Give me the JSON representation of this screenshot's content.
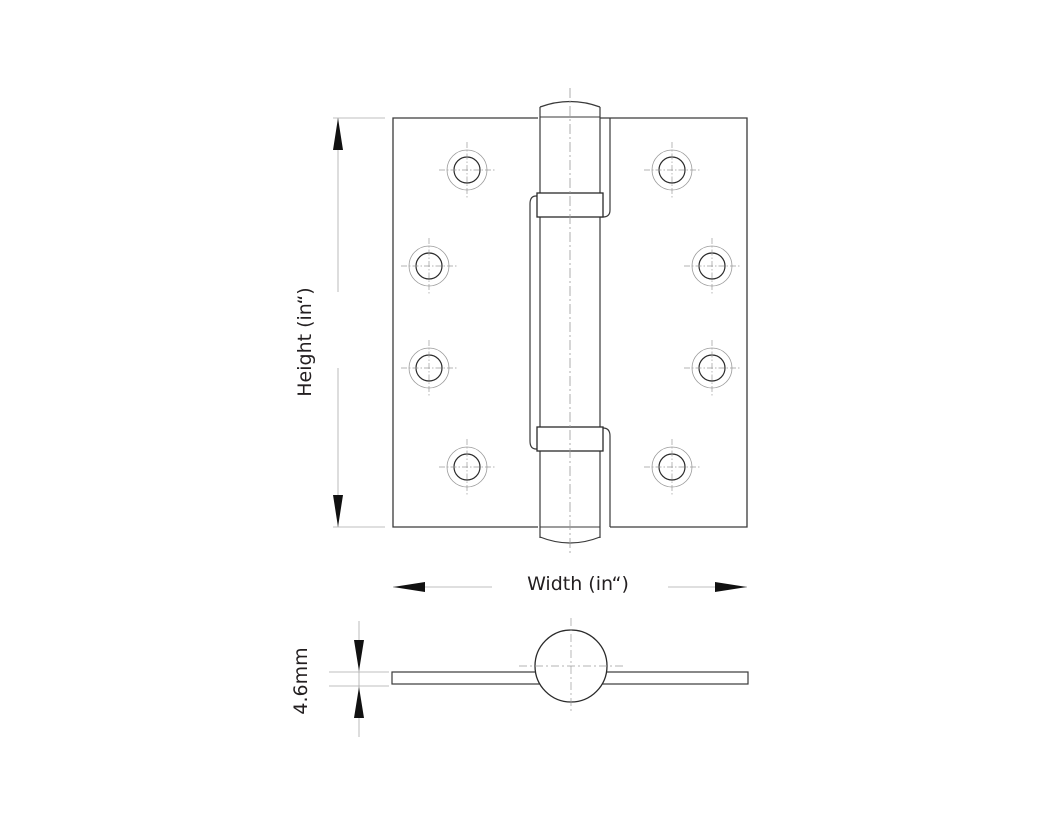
{
  "diagram": {
    "title": "Hinge dimension drawing",
    "labels": {
      "height": "Height (in“)",
      "width": "Width (in“)",
      "thickness": "4.6mm"
    },
    "colors": {
      "outline": "#3a3a3a",
      "thin": "#8a8a8a",
      "centerline": "#9a9a9a",
      "arrow": "#111111",
      "text": "#231f20"
    },
    "parts": [
      {
        "name": "left-leaf",
        "description": "Left hinge leaf with 4 countersunk screw holes"
      },
      {
        "name": "right-leaf",
        "description": "Right hinge leaf with 4 countersunk screw holes"
      },
      {
        "name": "knuckle",
        "description": "Barrel/knuckle with two bearing rings and domed tips"
      },
      {
        "name": "end-view",
        "description": "Side profile showing leaf thickness and barrel"
      }
    ]
  }
}
